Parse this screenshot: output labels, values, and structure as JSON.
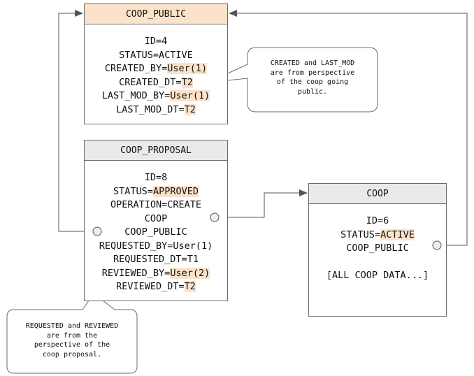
{
  "coop_public": {
    "title": "COOP_PUBLIC",
    "header_color": "#fbe3cb",
    "lines": [
      [
        {
          "t": "ID=4"
        }
      ],
      [
        {
          "t": "STATUS=ACTIVE"
        }
      ],
      [
        {
          "t": "CREATED_BY="
        },
        {
          "t": "User(1)",
          "hl": true
        }
      ],
      [
        {
          "t": "CREATED_DT="
        },
        {
          "t": "T2",
          "hl": true
        }
      ],
      [
        {
          "t": "LAST_MOD_BY="
        },
        {
          "t": "User(1)",
          "hl": true
        }
      ],
      [
        {
          "t": "LAST_MOD_DT="
        },
        {
          "t": "T2",
          "hl": true
        }
      ]
    ]
  },
  "coop_proposal": {
    "title": "COOP_PROPOSAL",
    "header_color": "#eaeaea",
    "lines": [
      [
        {
          "t": "ID=8"
        }
      ],
      [
        {
          "t": "STATUS="
        },
        {
          "t": "APPROVED",
          "hl": true
        }
      ],
      [
        {
          "t": "OPERATION=CREATE"
        }
      ],
      [
        {
          "t": "COOP"
        }
      ],
      [
        {
          "t": "COOP_PUBLIC"
        }
      ],
      [
        {
          "t": "REQUESTED_BY=User(1)"
        }
      ],
      [
        {
          "t": "REQUESTED_DT=T1"
        }
      ],
      [
        {
          "t": "REVIEWED_BY="
        },
        {
          "t": "User(2)",
          "hl": true
        }
      ],
      [
        {
          "t": "REVIEWED_DT="
        },
        {
          "t": "T2",
          "hl": true
        }
      ]
    ]
  },
  "coop": {
    "title": "COOP",
    "header_color": "#eaeaea",
    "lines": [
      [
        {
          "t": "ID=6"
        }
      ],
      [
        {
          "t": "STATUS="
        },
        {
          "t": "ACTIVE",
          "hl": true
        }
      ],
      [
        {
          "t": "COOP_PUBLIC"
        }
      ],
      [
        {
          "t": ""
        }
      ],
      [
        {
          "t": "[ALL COOP DATA...]"
        }
      ]
    ]
  },
  "callout_created": {
    "lines": [
      "CREATED and LAST_MOD",
      "are from perspective",
      "of the coop going",
      "public."
    ]
  },
  "callout_requested": {
    "lines": [
      "REQUESTED and REVIEWED",
      "are from the",
      "perspective of the",
      "coop proposal."
    ]
  },
  "colors": {
    "highlight": "#fbe3cb",
    "stroke": "#6b6b6b",
    "port_fill": "#eeeeee"
  }
}
